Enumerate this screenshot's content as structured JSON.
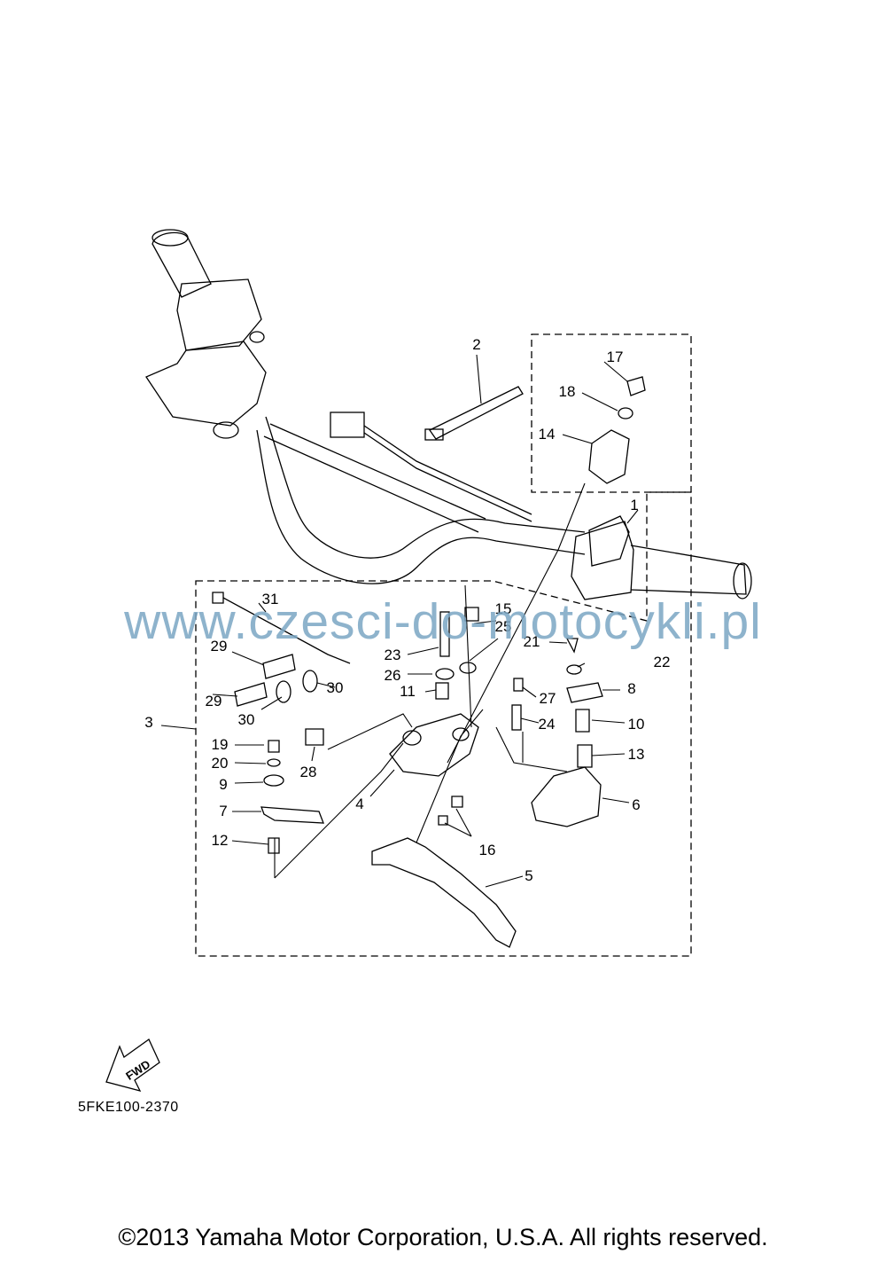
{
  "diagram": {
    "ref_code": "5FKE100-2370",
    "fwd_label": "FWD",
    "watermark": "www.czesci-do-motocykli.pl",
    "copyright": "©2013 Yamaha Motor Corporation, U.S.A. All rights reserved.",
    "callouts": [
      "1",
      "2",
      "3",
      "4",
      "5",
      "6",
      "7",
      "8",
      "9",
      "10",
      "11",
      "12",
      "13",
      "14",
      "15",
      "16",
      "17",
      "18",
      "19",
      "20",
      "21",
      "22",
      "23",
      "24",
      "25",
      "26",
      "27",
      "28",
      "29",
      "29",
      "30",
      "30",
      "31"
    ]
  },
  "colors": {
    "line": "#000000",
    "watermark": "#7ba6c4"
  }
}
